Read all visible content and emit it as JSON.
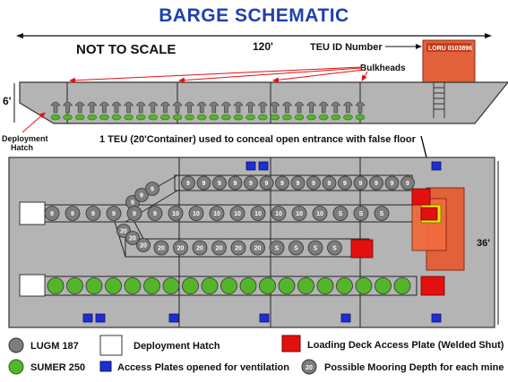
{
  "title": "BARGE SCHEMATIC",
  "top_view": {
    "not_to_scale": "NOT TO SCALE",
    "length_label": "120'",
    "teu_id_label": "TEU ID Number",
    "container_id": "LORU 0103896",
    "bulkheads_label": "Bulkheads",
    "height_label": "6'",
    "deployment_label_line1": "Deployment",
    "deployment_label_line2": "Hatch"
  },
  "teu_note": "1 TEU (20'Container) used to conceal open entrance with false floor",
  "plan_view": {
    "width_label": "36'",
    "upper_row_label": "9",
    "middle_row_labels": [
      "9",
      "9",
      "9",
      "9",
      "9",
      "9",
      "10",
      "10",
      "10",
      "10",
      "10",
      "10",
      "10",
      "10",
      "S",
      "S",
      "S"
    ],
    "lower_diag_labels": [
      "20",
      "20",
      "20"
    ],
    "lower_row_labels": [
      "20",
      "20",
      "20",
      "20",
      "20",
      "20",
      "S",
      "S",
      "S",
      "S"
    ],
    "diag_labels": [
      "9",
      "9",
      "9"
    ]
  },
  "legend": {
    "lugm": "LUGM 187",
    "sumer": "SUMER 250",
    "deployment_hatch": "Deployment Hatch",
    "access_plates": "Access Plates opened for ventilation",
    "loading_deck": "Loading Deck Access Plate (Welded Shut)",
    "mooring": "Possible Mooring Depth for each mine",
    "mooring_sample": "20"
  },
  "colors": {
    "title": "#1f3fb0",
    "hull": "#b4b4b4",
    "lugm": "#7d7d7d",
    "sumer": "#55b52a",
    "access_plate": "#1d2fd1",
    "loading_plate": "#e31010",
    "container": "#e2613a",
    "false_floor": "#f2e800"
  }
}
